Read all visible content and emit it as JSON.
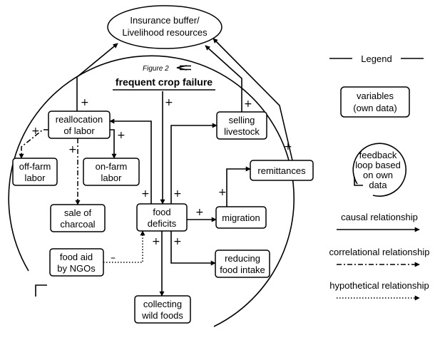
{
  "nodes": {
    "insurance_buffer": [
      "Insurance buffer/",
      "Livelihood resources"
    ],
    "reallocation_of_labor": [
      "reallocation",
      "of labor"
    ],
    "off_farm_labor": [
      "off-farm",
      "labor"
    ],
    "on_farm_labor": [
      "on-farm",
      "labor"
    ],
    "sale_of_charcoal": [
      "sale of",
      "charcoal"
    ],
    "food_aid": [
      "food aid",
      "by NGOs"
    ],
    "food_deficits": [
      "food",
      "deficits"
    ],
    "selling_livestock": [
      "selling",
      "livestock"
    ],
    "remittances": [
      "remittances"
    ],
    "migration": [
      "migration"
    ],
    "reducing_food_intake": [
      "reducing",
      "food intake"
    ],
    "collecting_wild_foods": [
      "collecting",
      "wild foods"
    ]
  },
  "title": "frequent crop failure",
  "figure_ref": "Figure 2",
  "signs": {
    "plus": "+",
    "minus": "–"
  },
  "legend": {
    "header": "Legend",
    "variables": [
      "variables",
      "(own data)"
    ],
    "feedback": [
      "feedback",
      "loop based",
      "on own",
      "data"
    ],
    "causal": "causal relationship",
    "correlational": "correlational relationship",
    "hypothetical": "hypothetical relationship"
  }
}
